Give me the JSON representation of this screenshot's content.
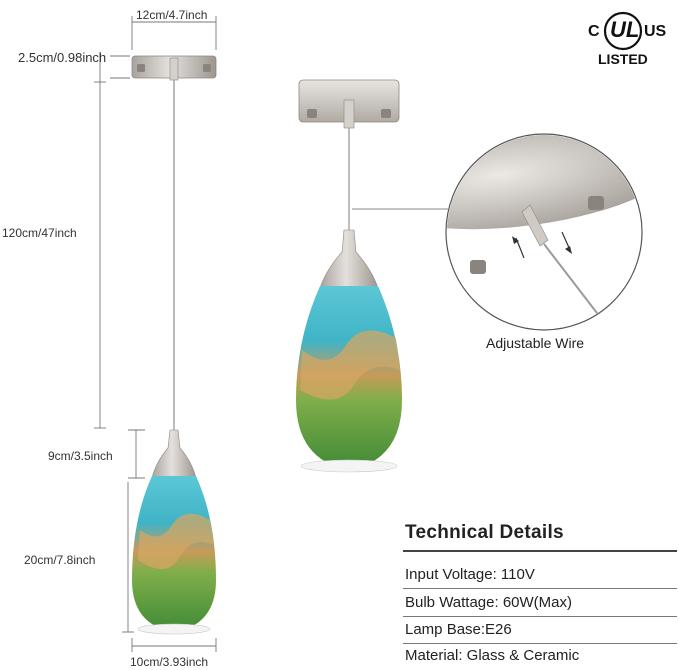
{
  "certification": {
    "c_letter": "C",
    "ul_mark": "UL",
    "us_letters": "US",
    "listed_label": "LISTED"
  },
  "dimensions": {
    "canopy_width": "12cm/4.7inch",
    "canopy_height": "2.5cm/0.98inch",
    "cord_length": "120cm/47inch",
    "socket_height": "9cm/3.5inch",
    "shade_height": "20cm/7.8inch",
    "shade_width": "10cm/3.93inch"
  },
  "callout": {
    "label": "Adjustable Wire"
  },
  "technical_details": {
    "title": "Technical Details",
    "rows": [
      "Input Voltage: 110V",
      "Bulb Wattage: 60W(Max)",
      "Lamp Base:E26",
      "Material: Glass & Ceramic"
    ]
  },
  "colors": {
    "nickel": "#c9c4bf",
    "glass_teal": "#3fb4c6",
    "glass_amber": "#c99a5a",
    "glass_green": "#4f9a3e"
  }
}
